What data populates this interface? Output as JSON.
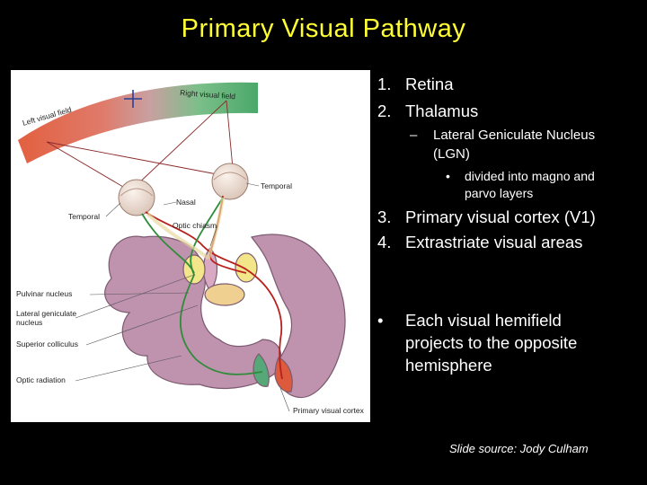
{
  "slide": {
    "title": "Primary Visual Pathway",
    "source": "Slide source: Jody Culham"
  },
  "list": {
    "items": [
      {
        "num": "1.",
        "text": "Retina"
      },
      {
        "num": "2.",
        "text": "Thalamus"
      },
      {
        "num": "3.",
        "text": "Primary visual cortex (V1)"
      },
      {
        "num": "4.",
        "text": "Extrastriate visual areas"
      }
    ],
    "sub_dash": "–",
    "sub_line1": "Lateral Geniculate Nucleus",
    "sub_line2": "(LGN)",
    "subsub_bullet": "•",
    "subsub_line1": "divided into magno and",
    "subsub_line2": "parvo layers",
    "bullet": "•",
    "bullet_line1": "Each visual hemifield",
    "bullet_line2": "projects to the opposite",
    "bullet_line3": "hemisphere"
  },
  "figure": {
    "labels": {
      "left_field": "Left visual field",
      "right_field": "Right visual field",
      "nasal": "Nasal",
      "temporal_right": "Temporal",
      "temporal_left": "Temporal",
      "optic_chiasm": "Optic chiasm",
      "pulvinar": "Pulvinar nucleus",
      "lgn1": "Lateral geniculate",
      "lgn2": "nucleus",
      "superior": "Superior colliculus",
      "optic_radiation": "Optic radiation",
      "v1": "Primary visual cortex"
    },
    "colors": {
      "left_field": "#e0533c",
      "right_field": "#4fa86a",
      "brain": "#b98aa8",
      "red_path": "#b8201c",
      "green_path": "#2f8c3a"
    }
  }
}
